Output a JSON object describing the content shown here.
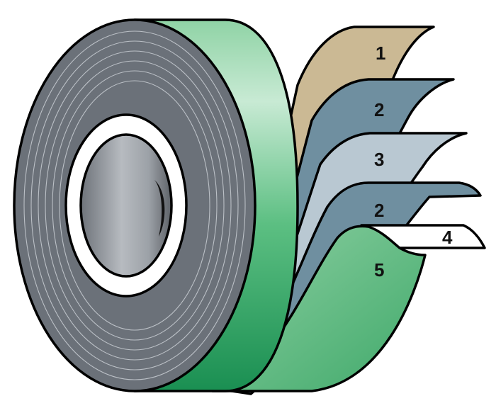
{
  "diagram": {
    "labels": {
      "layer_1": "1",
      "layer_2_top": "2",
      "layer_3": "3",
      "layer_2_bottom": "2",
      "layer_4": "4",
      "layer_5": "5"
    },
    "colors": {
      "roll_face": "#6b7179",
      "roll_green_dark": "#22995a",
      "roll_green_light": "#c8ead4",
      "layer_1": "#cbb994",
      "layer_2": "#6f8fa0",
      "layer_3": "#b9c8d2",
      "layer_4": "#ffffff",
      "layer_5": "#6cc38a",
      "core_ring": "#ffffff",
      "core_inner": "#8c9197",
      "outline": "#000000"
    }
  }
}
